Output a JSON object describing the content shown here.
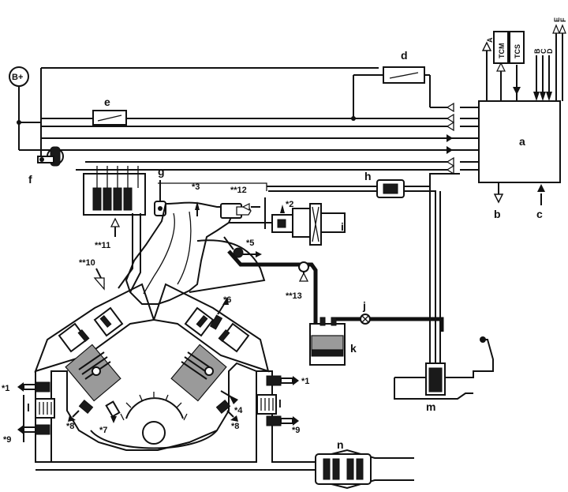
{
  "battery": "B+",
  "labels": {
    "a": "a",
    "b": "b",
    "c": "c",
    "d": "d",
    "e": "e",
    "f": "f",
    "g": "g",
    "h": "h",
    "i": "i",
    "j": "j",
    "k": "k",
    "l_left": "l",
    "l_right": "l",
    "m": "m",
    "n": "n"
  },
  "ecu_signals": {
    "A": "A",
    "TCM": "TCM",
    "TCS": "TCS",
    "B": "B",
    "C": "C",
    "D": "D",
    "E": "E",
    "F": "F"
  },
  "sensor_labels": {
    "s1_left": "*1",
    "s1_right": "*1",
    "s2": "*2",
    "s3": "*3",
    "s4": "*4",
    "s5": "*5",
    "s6": "*6",
    "s7": "*7",
    "s8_left": "*8",
    "s8_right": "*8",
    "s9_left": "*9",
    "s9_right": "*9",
    "s10": "**10",
    "s11": "**11",
    "s12": "**12",
    "s13": "**13"
  }
}
